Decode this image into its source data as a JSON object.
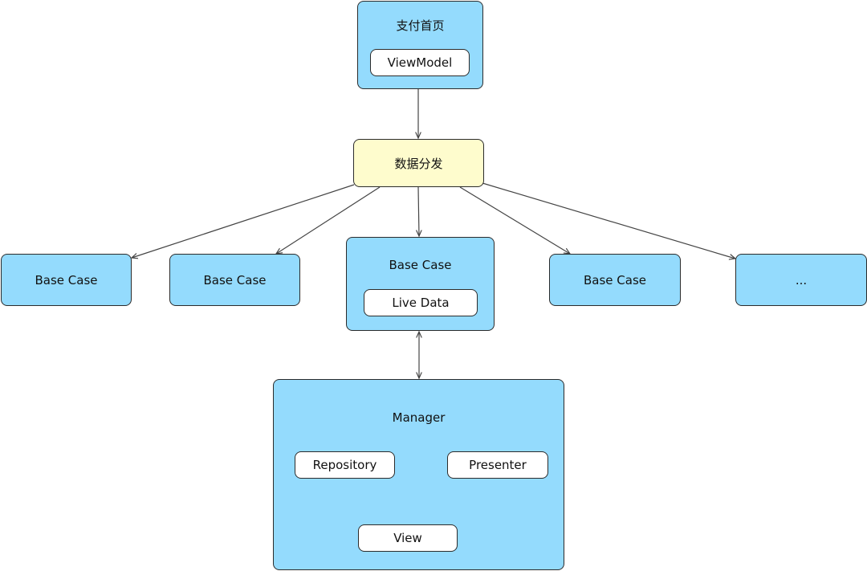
{
  "nodes": {
    "payment_home": {
      "title": "支付首页",
      "child": "ViewModel"
    },
    "data_dispatch": {
      "title": "数据分发"
    },
    "base_case_1": {
      "title": "Base Case"
    },
    "base_case_2": {
      "title": "Base Case"
    },
    "base_case_center": {
      "title": "Base Case",
      "child": "Live Data"
    },
    "base_case_4": {
      "title": "Base Case"
    },
    "more": {
      "title": "..."
    },
    "manager": {
      "title": "Manager",
      "repository": "Repository",
      "presenter": "Presenter",
      "view": "View"
    }
  },
  "colors": {
    "box_fill": "#94dbfd",
    "dispatch_fill": "#fefccd",
    "inner_fill": "#ffffff",
    "stroke": "#2b2b2b",
    "edge": "#444444"
  }
}
